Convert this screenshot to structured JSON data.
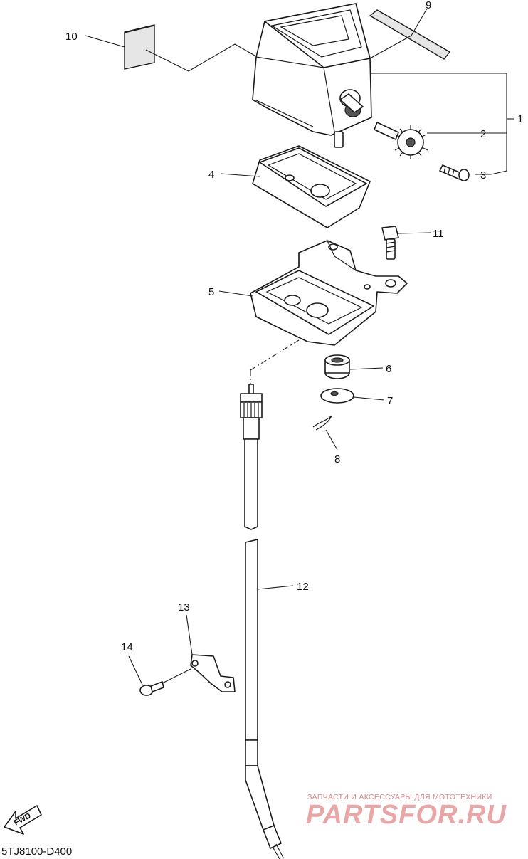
{
  "diagram": {
    "callouts": [
      {
        "id": "1",
        "text": "1"
      },
      {
        "id": "2",
        "text": "2"
      },
      {
        "id": "3",
        "text": "3"
      },
      {
        "id": "4",
        "text": "4"
      },
      {
        "id": "5",
        "text": "5"
      },
      {
        "id": "6",
        "text": "6"
      },
      {
        "id": "7",
        "text": "7"
      },
      {
        "id": "8",
        "text": "8"
      },
      {
        "id": "9",
        "text": "9"
      },
      {
        "id": "10",
        "text": "10"
      },
      {
        "id": "11",
        "text": "11"
      },
      {
        "id": "12",
        "text": "12"
      },
      {
        "id": "13",
        "text": "13"
      },
      {
        "id": "14",
        "text": "14"
      }
    ],
    "fwd_label": "FWD",
    "diagram_code": "5TJ8100-D400"
  },
  "watermark": {
    "subtitle": "ЗАПЧАСТИ И АКСЕССУАРЫ ДЛЯ МОТОТЕХНИКИ",
    "logo": "PARTSFOR.RU"
  }
}
